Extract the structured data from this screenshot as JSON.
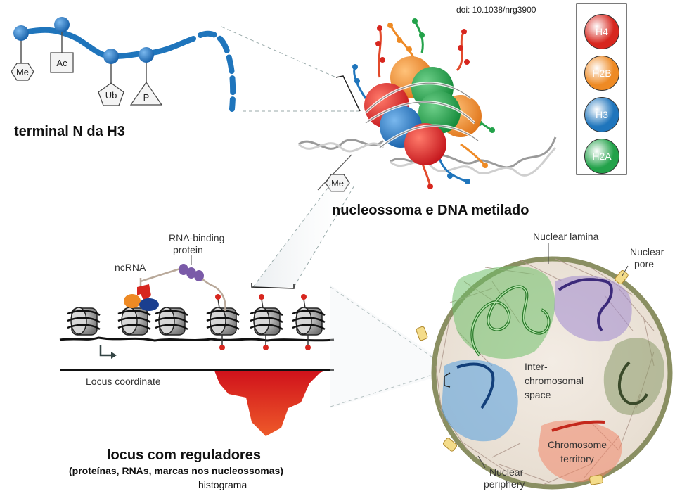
{
  "doi": "doi: 10.1038/nrg3900",
  "h3_tail": {
    "title": "terminal N da H3",
    "marks": [
      "Me",
      "Ac",
      "Ub",
      "P"
    ]
  },
  "nucleosome": {
    "title": "nucleossoma e DNA metilado",
    "dna_mark": "Me"
  },
  "legend": {
    "items": [
      {
        "label": "H4",
        "color": "#d7261e"
      },
      {
        "label": "H2B",
        "color": "#ee8a24"
      },
      {
        "label": "H3",
        "color": "#1f75bc"
      },
      {
        "label": "H2A",
        "color": "#23a24a"
      }
    ]
  },
  "locus": {
    "ncrna": "ncRNA",
    "rbp_line1": "RNA-binding",
    "rbp_line2": "protein",
    "coordinate": "Locus coordinate",
    "title": "locus com reguladores",
    "subtitle": "(proteínas, RNAs, marcas nos nucleossomas)",
    "caption": "histograma"
  },
  "nucleus": {
    "lamina": "Nuclear lamina",
    "pore_line1": "Nuclear",
    "pore_line2": "pore",
    "inter_line1": "Inter-",
    "inter_line2": "chromosomal",
    "inter_line3": "space",
    "territory_line1": "Chromosome",
    "territory_line2": "territory",
    "periphery_line1": "Nuclear",
    "periphery_line2": "periphery"
  }
}
